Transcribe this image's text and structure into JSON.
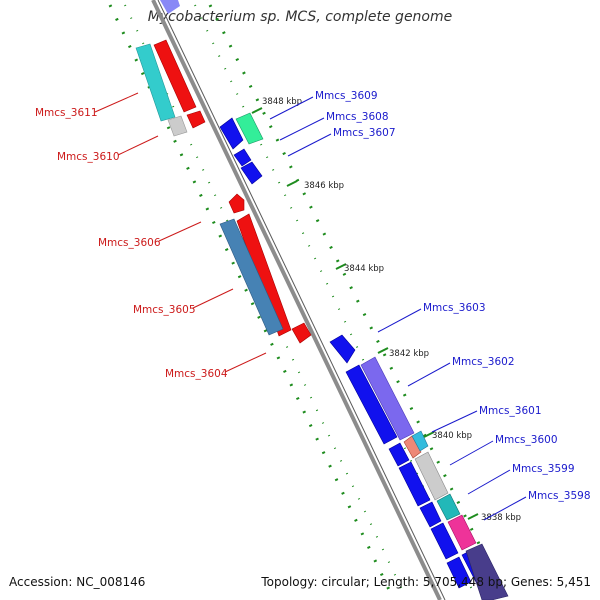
{
  "title": "Mycobacterium sp. MCS, complete genome",
  "accession": "Accession: NC_008146",
  "topology": "Topology: circular; Length: 5,705,448 bp; Genes: 5,451",
  "colors": {
    "backbone": "#8c8c8c",
    "forward_label": "#1a1acc",
    "reverse_label": "#cc1a1a",
    "dotted_ruler": "#1e8c1e"
  },
  "ticks": [
    "3848 kbp",
    "3846 kbp",
    "3844 kbp",
    "3842 kbp",
    "3840 kbp",
    "3838 kbp"
  ],
  "genes": [
    {
      "name": "Mmcs_3611",
      "strand": "reverse",
      "color": "#33cccc"
    },
    {
      "name": "Mmcs_3610",
      "strand": "reverse",
      "color": "#ee1111"
    },
    {
      "name": "Mmcs_3609",
      "strand": "forward",
      "color": "#33ee99"
    },
    {
      "name": "Mmcs_3608",
      "strand": "forward",
      "color": "#1111ee"
    },
    {
      "name": "Mmcs_3607",
      "strand": "forward",
      "color": "#1111ee"
    },
    {
      "name": "Mmcs_3606",
      "strand": "reverse",
      "color": "#ee1111"
    },
    {
      "name": "Mmcs_3605",
      "strand": "reverse",
      "color": "#ee1111"
    },
    {
      "name": "Mmcs_3604",
      "strand": "reverse",
      "color": "#4682b4"
    },
    {
      "name": "Mmcs_3603",
      "strand": "forward",
      "color": "#1111ee"
    },
    {
      "name": "Mmcs_3602",
      "strand": "forward",
      "color": "#7b68ee"
    },
    {
      "name": "Mmcs_3601",
      "strand": "forward",
      "color": "#1111ee"
    },
    {
      "name": "Mmcs_3600",
      "strand": "forward",
      "color": "#33bbdd"
    },
    {
      "name": "Mmcs_3599",
      "strand": "forward",
      "color": "#cccccc"
    },
    {
      "name": "Mmcs_3598",
      "strand": "forward",
      "color": "#ee3399"
    }
  ]
}
